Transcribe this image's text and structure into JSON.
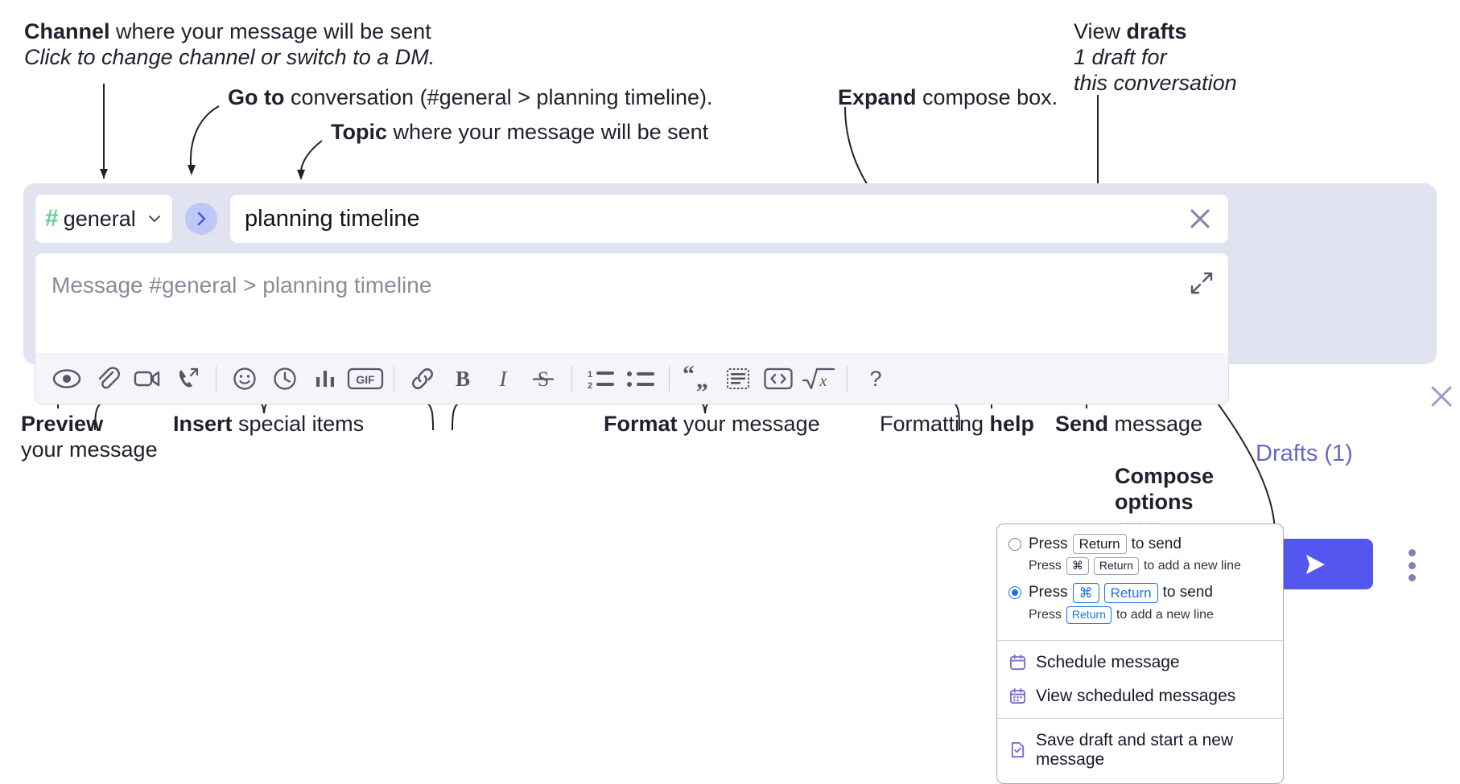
{
  "annotations": {
    "channel": {
      "bold": "Channel",
      "rest": " where your message will be sent",
      "sub": "Click to change channel or switch to a DM."
    },
    "goto": {
      "bold": "Go to",
      "rest": " conversation (#general > planning timeline)."
    },
    "topic": {
      "bold": "Topic",
      "rest": " where your message will be sent"
    },
    "expand": {
      "bold": "Expand",
      "rest": " compose box."
    },
    "drafts": {
      "lead": "View ",
      "bold": "drafts",
      "sub1": "1 draft for",
      "sub2": "this conversation"
    },
    "preview": {
      "bold": "Preview",
      "line2": "your message"
    },
    "insert": {
      "bold": "Insert",
      "rest": " special items"
    },
    "format": {
      "bold": "Format",
      "rest": " your message"
    },
    "help": {
      "lead": "Formatting ",
      "bold": "help"
    },
    "send": {
      "bold": "Send",
      "rest": " message"
    },
    "compose_options": {
      "bold1": "Compose",
      "bold2": "options",
      "rest": "menu"
    }
  },
  "compose": {
    "channel": {
      "hash": "#",
      "name": "general",
      "chevron_icon": "chevron-down-icon"
    },
    "go_icon": "chevron-right-icon",
    "topic": {
      "value": "planning timeline",
      "clear_icon": "close-icon"
    },
    "message": {
      "placeholder": "Message #general > planning timeline",
      "expand_icon": "expand-icon"
    },
    "drafts_label": "Drafts (1)",
    "close_icon": "close-icon",
    "send_icon": "send-icon",
    "kebab_icon": "more-options-icon",
    "toolbar": [
      {
        "name": "preview-icon",
        "label": "Preview"
      },
      {
        "name": "attachment-icon",
        "label": "Attach file"
      },
      {
        "name": "video-icon",
        "label": "Video clip"
      },
      {
        "name": "audio-call-icon",
        "label": "Audio clip"
      },
      {
        "name": "separator",
        "label": ""
      },
      {
        "name": "emoji-icon",
        "label": "Emoji"
      },
      {
        "name": "clock-icon",
        "label": "Reminder"
      },
      {
        "name": "poll-icon",
        "label": "Poll"
      },
      {
        "name": "gif-icon",
        "label": "GIF"
      },
      {
        "name": "separator",
        "label": ""
      },
      {
        "name": "link-icon",
        "label": "Link"
      },
      {
        "name": "bold-icon",
        "label": "B"
      },
      {
        "name": "italic-icon",
        "label": "I"
      },
      {
        "name": "strikethrough-icon",
        "label": "S"
      },
      {
        "name": "separator",
        "label": ""
      },
      {
        "name": "ordered-list-icon",
        "label": "Ordered list"
      },
      {
        "name": "bulleted-list-icon",
        "label": "Bulleted list"
      },
      {
        "name": "separator",
        "label": ""
      },
      {
        "name": "blockquote-icon",
        "label": "Blockquote"
      },
      {
        "name": "code-block-icon",
        "label": "Code block"
      },
      {
        "name": "code-icon",
        "label": "Code"
      },
      {
        "name": "math-icon",
        "label": "Math"
      },
      {
        "name": "separator",
        "label": ""
      },
      {
        "name": "help-icon",
        "label": "?"
      }
    ]
  },
  "menu": {
    "options": [
      {
        "selected": false,
        "main": [
          "Press",
          "Return",
          "to send"
        ],
        "sub": [
          "Press",
          "⌘",
          "Return",
          "to add a new line"
        ]
      },
      {
        "selected": true,
        "main": [
          "Press",
          "⌘",
          "Return",
          "to send"
        ],
        "sub": [
          "Press",
          "Return",
          "to add a new line"
        ]
      }
    ],
    "items": [
      {
        "icon": "calendar-icon",
        "label": "Schedule message"
      },
      {
        "icon": "calendar-grid-icon",
        "label": "View scheduled messages"
      },
      {
        "icon": "save-draft-icon",
        "label": "Save draft and start a new message"
      }
    ]
  },
  "colors": {
    "accent": "#5457ef",
    "compose_bg": "#e2e3f1",
    "hash_green": "#62d09b",
    "drafts_purple": "#6767c9",
    "kbd_blue": "#1b72e8"
  }
}
